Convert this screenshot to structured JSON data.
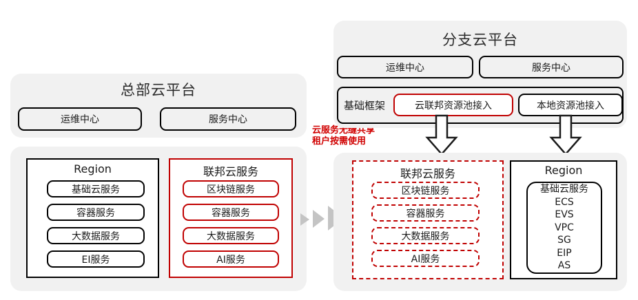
{
  "colors": {
    "accent_red": "#C00000",
    "note_red": "#D00000",
    "panel_gray": "#F1F1F1",
    "outline_black": "#000000",
    "arrow_gray": "#C4C4C4"
  },
  "hq_platform": {
    "title": "总部云平台",
    "centers": [
      {
        "label": "运维中心"
      },
      {
        "label": "服务中心"
      }
    ],
    "region_box": {
      "title": "Region",
      "services": [
        {
          "label": "基础云服务"
        },
        {
          "label": "容器服务"
        },
        {
          "label": "大数据服务"
        },
        {
          "label": "EI服务"
        }
      ]
    },
    "federation_box": {
      "title": "联邦云服务",
      "services": [
        {
          "label": "区块链服务"
        },
        {
          "label": "容器服务"
        },
        {
          "label": "大数据服务"
        },
        {
          "label": "AI服务"
        }
      ]
    }
  },
  "transition": {
    "note_line1": "云服务无缝共享",
    "note_line2": "租户按需使用",
    "arrow_icon": "triple-chevron-right-icon"
  },
  "branch_platform": {
    "title": "分支云平台",
    "centers": [
      {
        "label": "运维中心"
      },
      {
        "label": "服务中心"
      }
    ],
    "framework": {
      "label": "基础框架",
      "access_points": [
        {
          "label": "云联邦资源池接入",
          "highlight": true
        },
        {
          "label": "本地资源池接入",
          "highlight": false
        }
      ]
    },
    "federation_box": {
      "title": "联邦云服务",
      "services": [
        {
          "label": "区块链服务"
        },
        {
          "label": "容器服务"
        },
        {
          "label": "大数据服务"
        },
        {
          "label": "AI服务"
        }
      ]
    },
    "region_box": {
      "title": "Region",
      "stack_title": "基础云服务",
      "stack_items": [
        {
          "label": "ECS"
        },
        {
          "label": "EVS"
        },
        {
          "label": "VPC"
        },
        {
          "label": "SG"
        },
        {
          "label": "EIP"
        },
        {
          "label": "AS"
        }
      ]
    },
    "down_arrow_left_icon": "arrow-down-outline-icon",
    "down_arrow_right_icon": "arrow-down-outline-icon"
  }
}
